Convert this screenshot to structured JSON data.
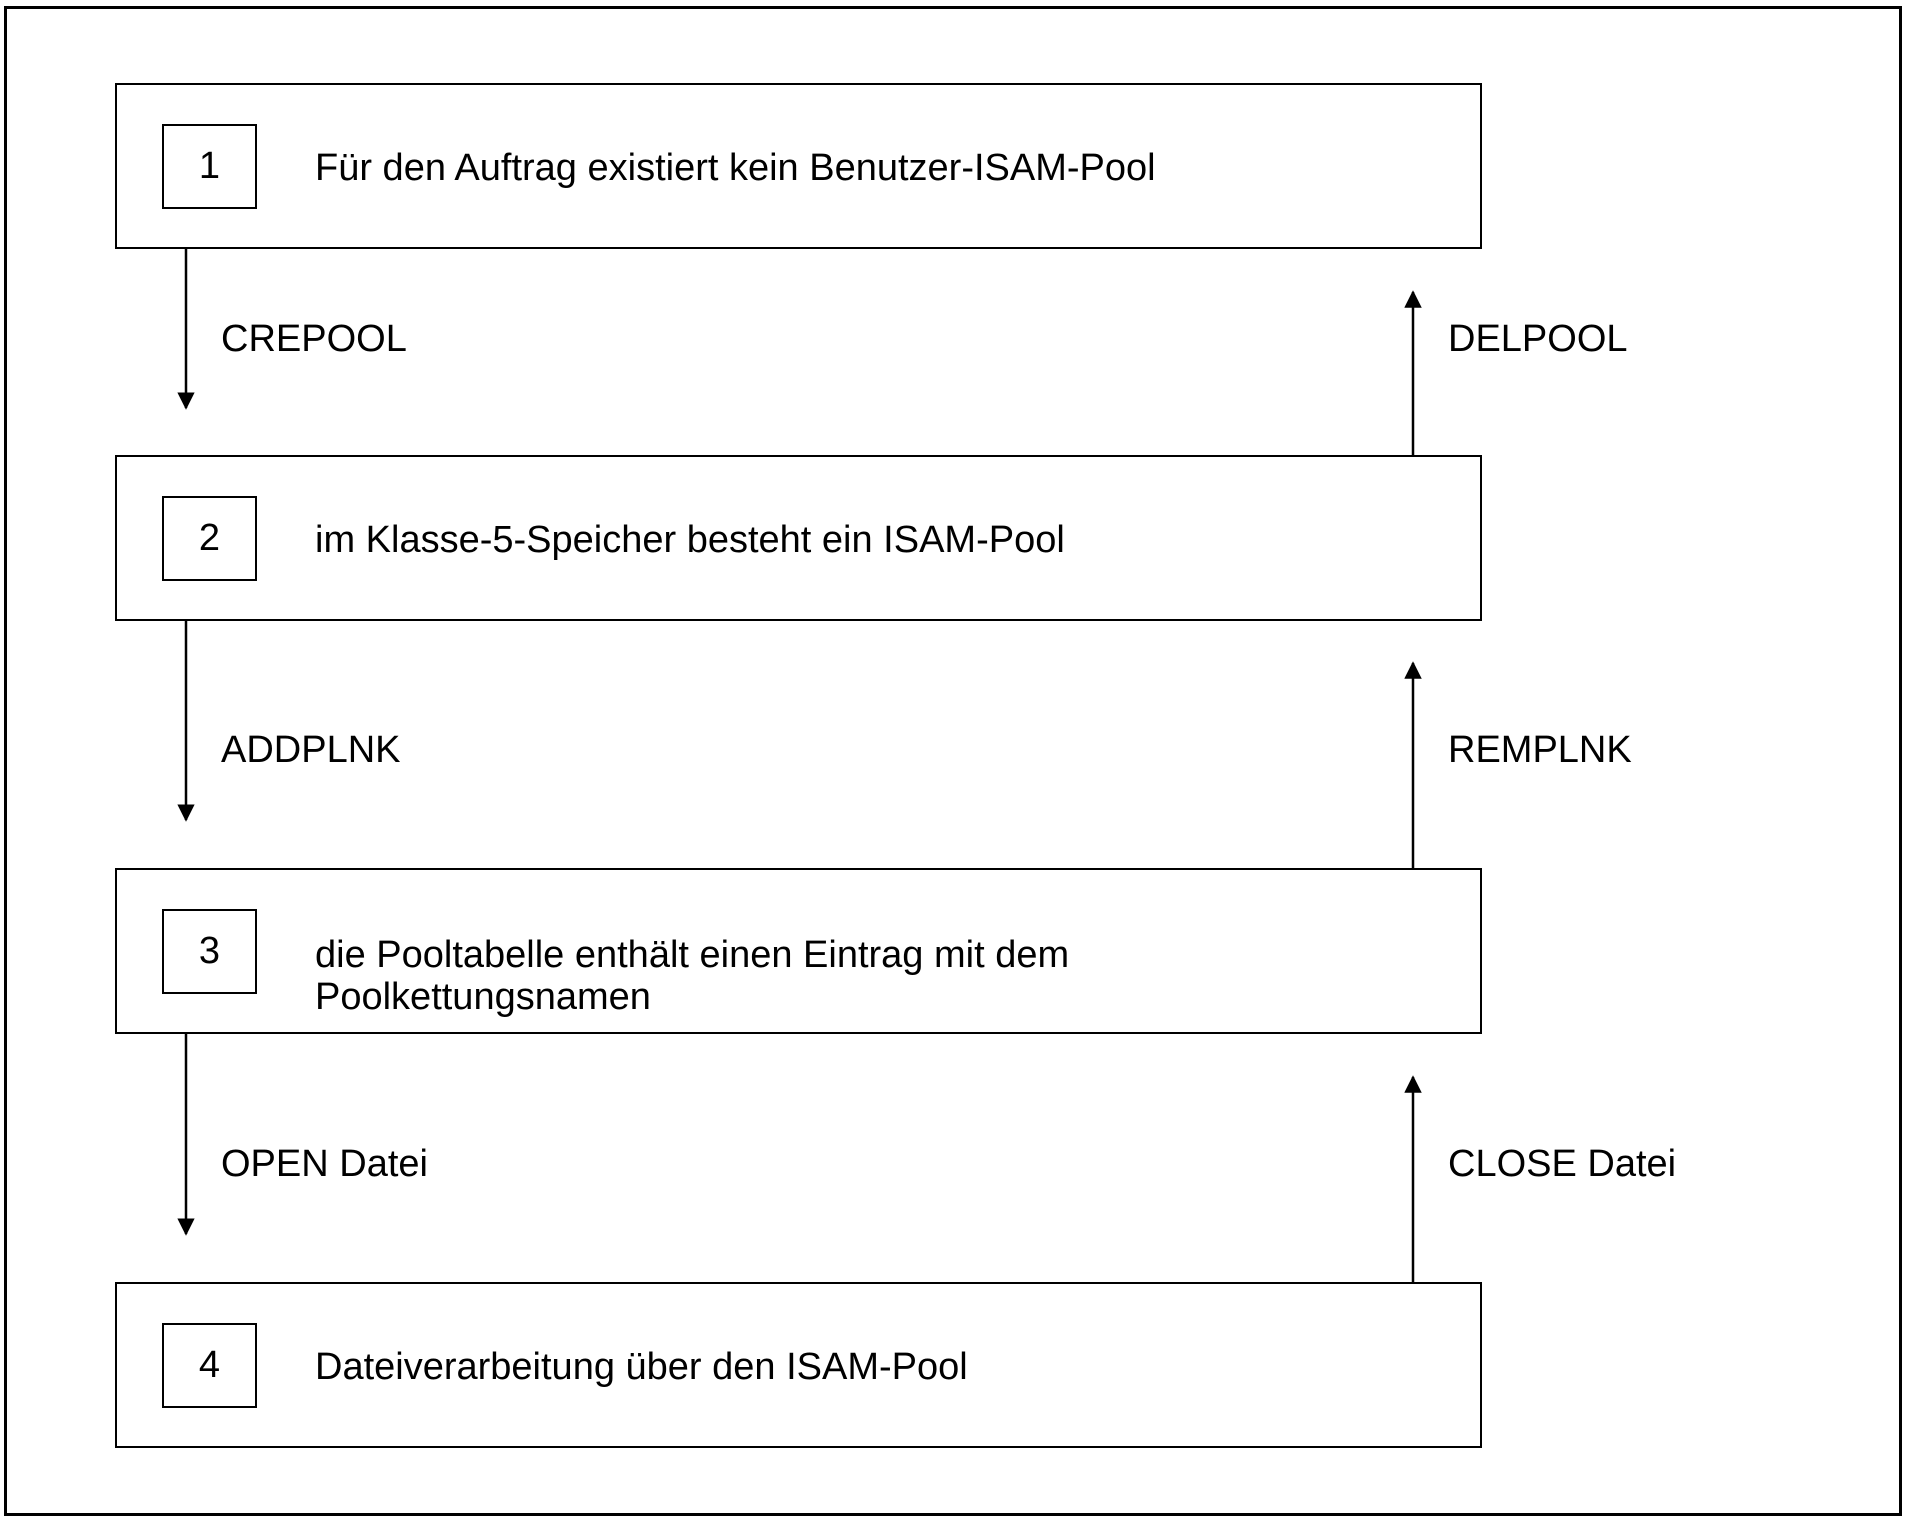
{
  "states": [
    {
      "number": "1",
      "text": "Für den Auftrag existiert kein Benutzer-ISAM-Pool"
    },
    {
      "number": "2",
      "text": "im Klasse-5-Speicher besteht ein ISAM-Pool"
    },
    {
      "number": "3",
      "text": "die Pooltabelle enthält einen Eintrag mit dem\nPoolkettungsnamen"
    },
    {
      "number": "4",
      "text": "Dateiverarbeitung über den ISAM-Pool"
    }
  ],
  "transitions": {
    "forward": [
      "CREPOOL",
      "ADDPLNK",
      "OPEN Datei"
    ],
    "backward": [
      "DELPOOL",
      "REMPLNK",
      "CLOSE Datei"
    ]
  }
}
